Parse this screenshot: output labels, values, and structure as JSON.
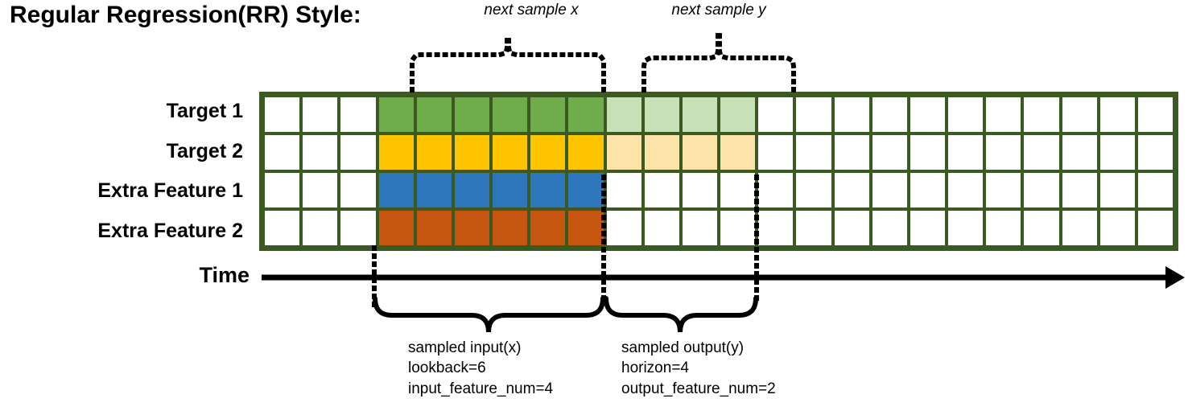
{
  "title": "Regular Regression(RR) Style:",
  "annotations": {
    "next_sample_x": "next sample x",
    "next_sample_y": "next sample y",
    "time_axis_label": "Time"
  },
  "rows": [
    {
      "label": "Target 1"
    },
    {
      "label": "Target 2"
    },
    {
      "label": "Extra Feature 1"
    },
    {
      "label": "Extra Feature 2"
    }
  ],
  "grid": {
    "columns": 24,
    "input_start_col": 4,
    "input_end_col": 9,
    "output_start_col": 10,
    "output_end_col": 13,
    "cells": [
      [
        "white",
        "white",
        "white",
        "green",
        "green",
        "green",
        "green",
        "green",
        "green",
        "green-light",
        "green-light",
        "green-light",
        "green-light",
        "white",
        "white",
        "white",
        "white",
        "white",
        "white",
        "white",
        "white",
        "white",
        "white",
        "white"
      ],
      [
        "white",
        "white",
        "white",
        "yellow",
        "yellow",
        "yellow",
        "yellow",
        "yellow",
        "yellow",
        "yellow-light",
        "yellow-light",
        "yellow-light",
        "yellow-light",
        "white",
        "white",
        "white",
        "white",
        "white",
        "white",
        "white",
        "white",
        "white",
        "white",
        "white"
      ],
      [
        "white",
        "white",
        "white",
        "blue",
        "blue",
        "blue",
        "blue",
        "blue",
        "blue",
        "white",
        "white",
        "white",
        "white",
        "white",
        "white",
        "white",
        "white",
        "white",
        "white",
        "white",
        "white",
        "white",
        "white",
        "white"
      ],
      [
        "white",
        "white",
        "white",
        "orange",
        "orange",
        "orange",
        "orange",
        "orange",
        "orange",
        "white",
        "white",
        "white",
        "white",
        "white",
        "white",
        "white",
        "white",
        "white",
        "white",
        "white",
        "white",
        "white",
        "white",
        "white"
      ]
    ]
  },
  "colors": {
    "border": "#3a5a22",
    "green": "#6fad4a",
    "green_light": "#c8e0b8",
    "yellow": "#ffc400",
    "yellow_light": "#fde3a8",
    "blue": "#2f77bc",
    "orange": "#c5550f",
    "white": "#ffffff",
    "line": "#000000"
  },
  "sampled_input": {
    "line1": "sampled input(x)",
    "line2": "lookback=6",
    "line3": "input_feature_num=4"
  },
  "sampled_output": {
    "line1": "sampled output(y)",
    "line2": "horizon=4",
    "line3": "output_feature_num=2"
  }
}
